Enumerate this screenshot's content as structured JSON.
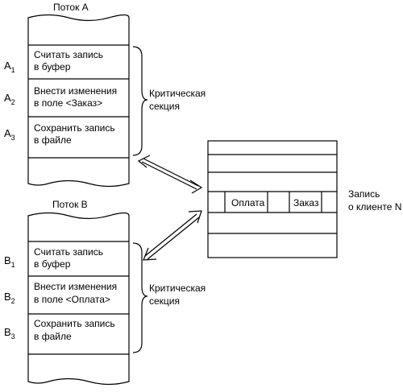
{
  "thread_a": {
    "title": "Поток A",
    "steps": [
      {
        "label": "A",
        "sub": "1",
        "line1": "Считать запись",
        "line2": "в буфер"
      },
      {
        "label": "A",
        "sub": "2",
        "line1": "Внести изменения",
        "line2": "в поле <Заказ>"
      },
      {
        "label": "A",
        "sub": "3",
        "line1": "Сохранить запись",
        "line2": "в файле"
      }
    ],
    "critical_line1": "Критическая",
    "critical_line2": "секция"
  },
  "thread_b": {
    "title": "Поток  B",
    "steps": [
      {
        "label": "B",
        "sub": "1",
        "line1": "Считать запись",
        "line2": "в буфер"
      },
      {
        "label": "B",
        "sub": "2",
        "line1": "Внести изменения",
        "line2": "в поле  <Оплата>"
      },
      {
        "label": "B",
        "sub": "3",
        "line1": "Сохранить запись",
        "line2": "в файле"
      }
    ],
    "critical_line1": "Критическая",
    "critical_line2": "секция"
  },
  "record": {
    "field_payment": "Оплата",
    "field_order": "Заказ",
    "caption_line1": "Запись",
    "caption_line2": "о клиенте N"
  }
}
